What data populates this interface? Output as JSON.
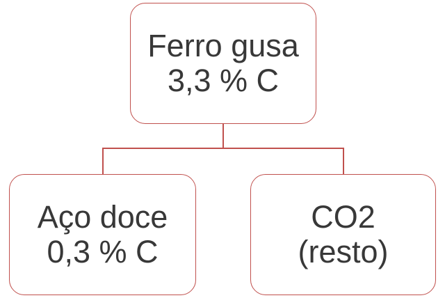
{
  "theme": {
    "border_color": "#c0504d",
    "text_color": "#383838",
    "bg_color": "#ffffff"
  },
  "diagram": {
    "type": "flowchart-tree",
    "nodes": {
      "root": {
        "line1": "Ferro gusa",
        "line2": "3,3 % C"
      },
      "left": {
        "line1": "Aço doce",
        "line2": "0,3 % C"
      },
      "right": {
        "line1": "CO2",
        "line2": "(resto)"
      }
    },
    "edges": [
      {
        "from": "root",
        "to": "left"
      },
      {
        "from": "root",
        "to": "right"
      }
    ]
  }
}
